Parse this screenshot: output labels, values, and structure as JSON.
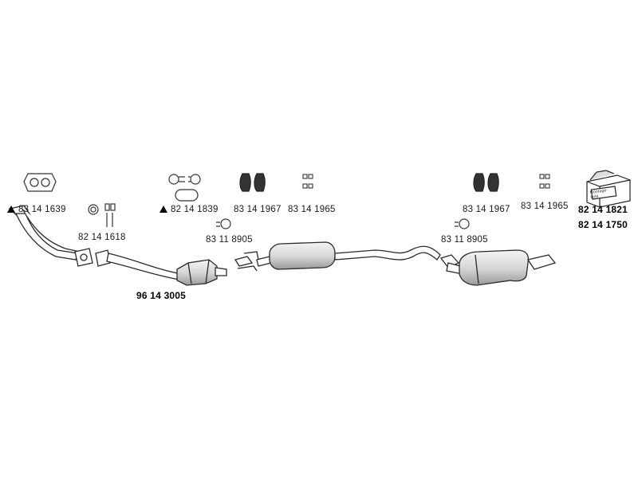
{
  "parts": {
    "flange_gasket_front": "83 14 1639",
    "bolt_kit": "82 14 1618",
    "catalytic_converter": "96 14 3005",
    "clamp_front": "82 14 1839",
    "rubber_mount_a": "83 14 1967",
    "rubber_mount_b": "83 14 1965",
    "clamp_middle": "83 11 8905",
    "clamp_rear": "83 11 8905",
    "rubber_mount_rear_a": "83 14 1967",
    "rubber_mount_rear_b": "83 14 1965",
    "mounting_kit_a": "82 14 1821",
    "mounting_kit_b": "82 14 1750"
  },
  "mounting_box_text": "Montage-teile",
  "colors": {
    "line": "#2a2a2a",
    "pipe_fill": "#ffffff",
    "shade": "#bdbdbd"
  }
}
